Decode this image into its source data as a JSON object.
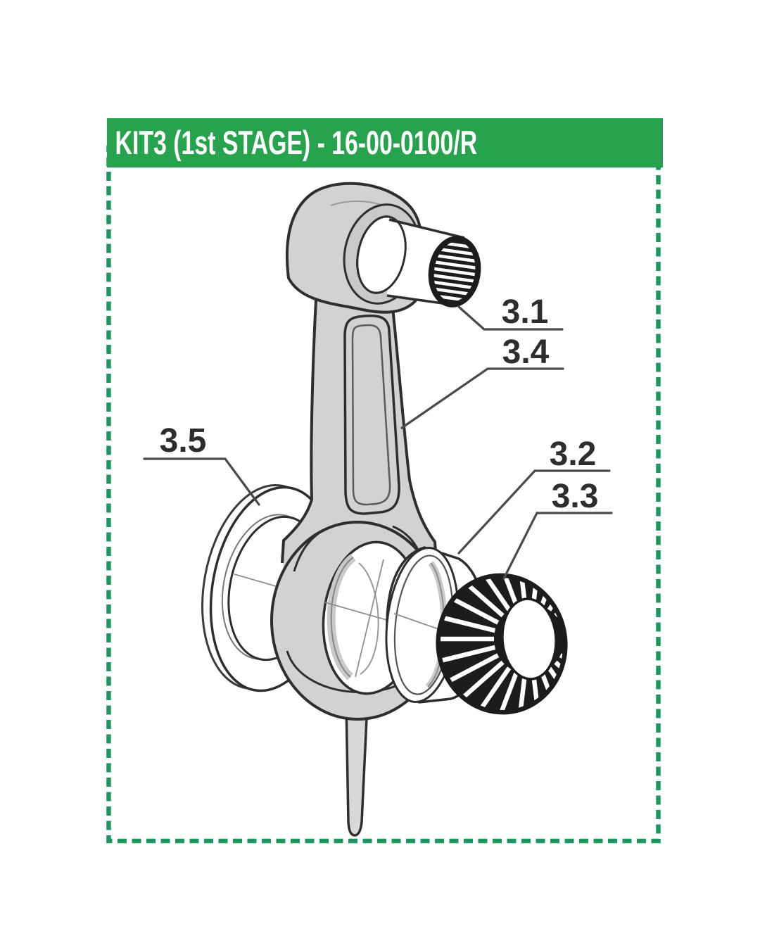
{
  "header": {
    "title": "KIT3 (1st STAGE) - 16-00-0100/R"
  },
  "diagram": {
    "labels": [
      {
        "id": "3.1",
        "text": "3.1"
      },
      {
        "id": "3.4",
        "text": "3.4"
      },
      {
        "id": "3.5",
        "text": "3.5"
      },
      {
        "id": "3.2",
        "text": "3.2"
      },
      {
        "id": "3.3",
        "text": "3.3"
      }
    ]
  },
  "colors": {
    "header_green": "#26A34C",
    "dash_green": "#1D9660",
    "label_text": "#2D2D2D",
    "leader_gray": "#4A4A4A"
  }
}
